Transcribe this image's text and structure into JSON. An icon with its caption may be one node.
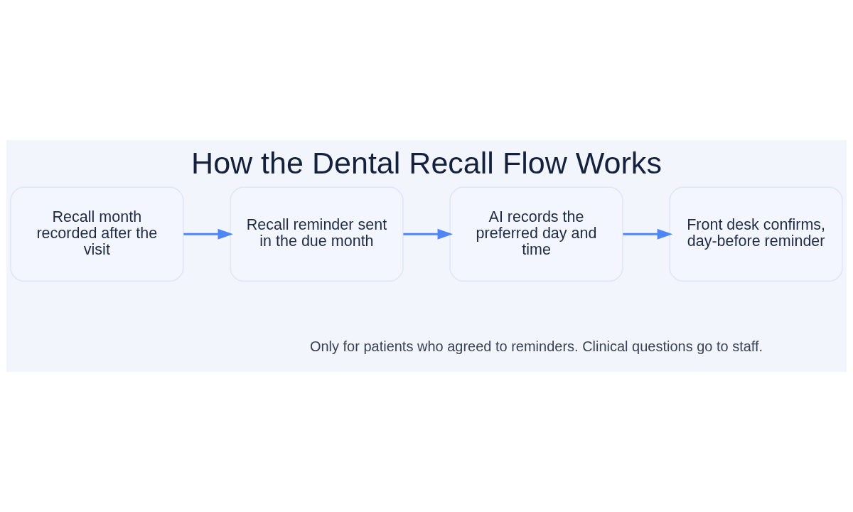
{
  "diagram": {
    "title": "How the Dental Recall Flow Works",
    "caption": "Only for patients who agreed to reminders. Clinical questions go to staff.",
    "nodes": [
      {
        "text": [
          "Recall month recorded after the visit"
        ]
      },
      {
        "text": [
          "Recall reminder sent in the due month"
        ]
      },
      {
        "text": [
          "AI records the preferred day and time"
        ]
      },
      {
        "text": [
          "Front desk confirms, day-before reminder"
        ]
      }
    ],
    "edges": [
      {
        "from": 0,
        "to": 1,
        "arrow": "to"
      },
      {
        "from": 1,
        "to": 2,
        "arrow": "to"
      },
      {
        "from": 2,
        "to": 3,
        "arrow": "to"
      }
    ]
  }
}
